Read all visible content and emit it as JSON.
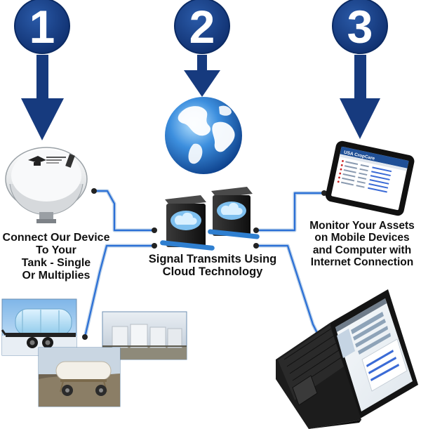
{
  "steps": [
    {
      "number": "1",
      "caption": [
        "Connect Our Device",
        "To Your",
        "Tank - Single",
        "Or Multiplies"
      ]
    },
    {
      "number": "2",
      "caption": [
        "Signal Transmits Using",
        "Cloud Technology"
      ]
    },
    {
      "number": "3",
      "caption": [
        "Monitor Your Assets",
        "on Mobile Devices",
        "and Computer with",
        "Internet Connection"
      ]
    }
  ],
  "tablet_app_title": "USA CropCare",
  "colors": {
    "step_badge": "#163a7e",
    "arrow": "#163a7e",
    "connector_line": "#2a6fd6",
    "globe_ocean": "#2f7fd0",
    "globe_land": "#ffffff",
    "server": "#1b1b1b",
    "cloud_badge": "#7fc0ef"
  },
  "icons": [
    "globe-icon",
    "cloud-server-icon",
    "tank-sensor-device",
    "tablet-icon",
    "laptop-icon"
  ]
}
